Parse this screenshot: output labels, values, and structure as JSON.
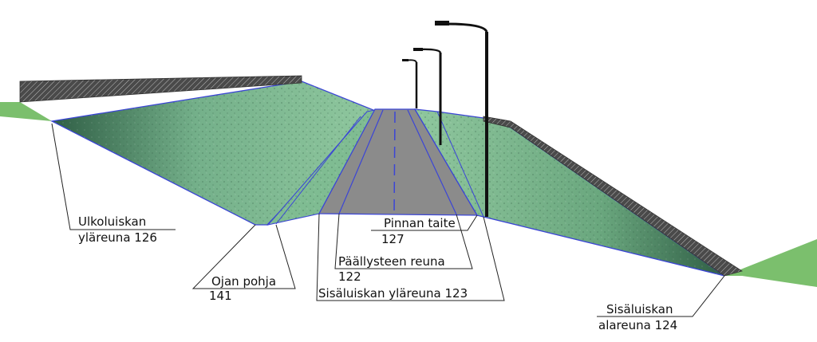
{
  "labels": {
    "ulkoluiska": {
      "line1": "Ulkoluiskan",
      "line2": "yläreuna 126"
    },
    "ojan_pohja": {
      "line1": "Ojan pohja",
      "line2": "141"
    },
    "pinnan_taite": {
      "line1": "Pinnan taite",
      "line2": "127"
    },
    "paallysteen_reuna": {
      "line1": "Päällysteen reuna",
      "line2": "122"
    },
    "sisaluiskan_ylareuna": {
      "line1": "Sisäluiskan yläreuna 123"
    },
    "sisaluiskan_alareuna": {
      "line1": "Sisäluiskan",
      "line2": "alareuna 124"
    }
  },
  "colors": {
    "grass_light": "#8fc79e",
    "grass_mid": "#6aa77e",
    "grass_dark": "#2f5e45",
    "asphalt": "#8b8b8b",
    "outline": "#3b45d6",
    "fence": "#3b3b3b",
    "terrain": "#7bbf6d"
  }
}
